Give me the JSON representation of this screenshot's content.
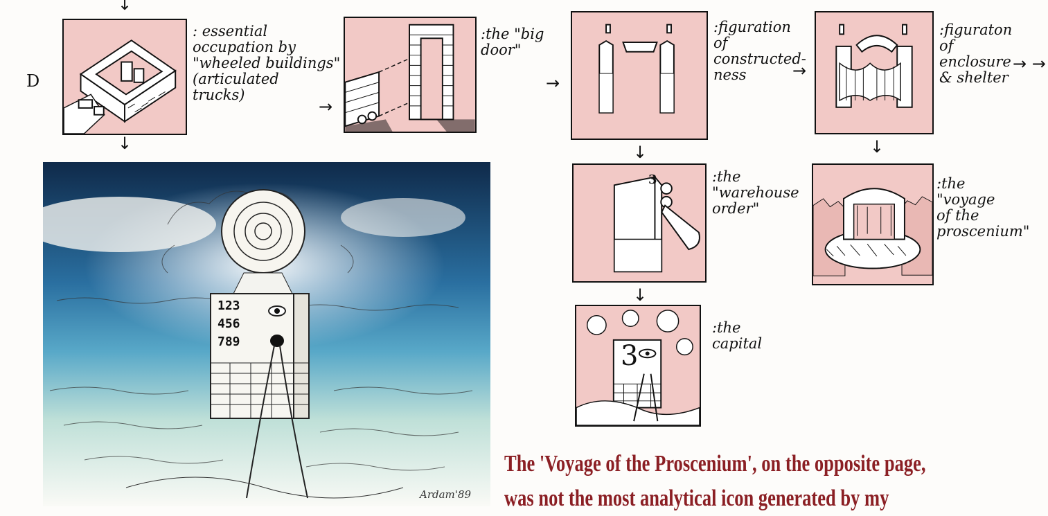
{
  "row_label": "D",
  "panels": [
    {
      "id": "p1",
      "note": ": essential\noccupation by\n\"wheeled buildings\"\n(articulated\ntrucks)"
    },
    {
      "id": "p2",
      "note": ":the \"big\ndoor\""
    },
    {
      "id": "p3",
      "note": ":figuration\nof\nconstructed-\nness"
    },
    {
      "id": "p4",
      "note": ":figuraton\nof\nenclosure\n& shelter"
    },
    {
      "id": "p5",
      "note": ":the\n\"warehouse\norder\""
    },
    {
      "id": "p6",
      "note": ":the\n\"voyage\nof the\nproscenium\""
    },
    {
      "id": "p7",
      "note": ":the\ncapital"
    }
  ],
  "numbers_on_block": [
    "123",
    "456",
    "789"
  ],
  "warehouse_numeral": "3",
  "signature": "Ardam'89",
  "caption": {
    "line1": "The 'Voyage of the Proscenium', on the opposite page,",
    "line2": "was not the most analytical icon generated by my"
  },
  "colors": {
    "panel_pink": "#f2c9c6",
    "caption_red": "#8b1f24",
    "sky_blue": "#2e7fb0"
  }
}
